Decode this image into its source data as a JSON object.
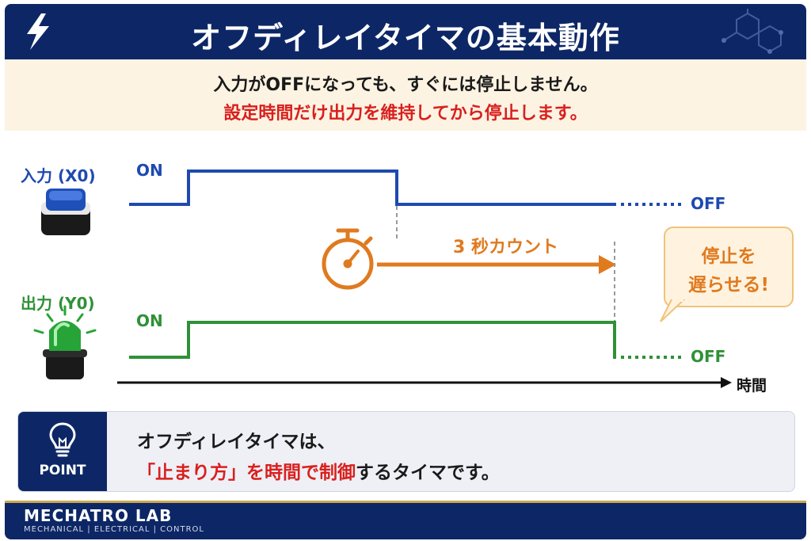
{
  "header": {
    "title": "オフディレイタイマの基本動作"
  },
  "intro": {
    "line1": "入力がOFFになっても、すぐには停止しません。",
    "line2": "設定時間だけ出力を維持してから停止します。"
  },
  "input": {
    "label": "入力 (X0)",
    "on": "ON",
    "off": "OFF",
    "color": "#1e4ab0",
    "icon": "push-button-icon"
  },
  "output": {
    "label": "出力 (Y0)",
    "on": "ON",
    "off": "OFF",
    "color": "#2f9137",
    "icon": "green-lamp-icon"
  },
  "timer": {
    "label": "3 秒カウント",
    "color": "#e07a1f",
    "icon": "stopwatch-icon"
  },
  "bubble": {
    "line1": "停止を",
    "line2": "遅らせる!"
  },
  "axis": {
    "label": "時間"
  },
  "point": {
    "badge": "POINT",
    "icon": "lightbulb-icon",
    "line1": "オフディレイタイマは、",
    "line2_highlight": "「止まり方」を時間で制御",
    "line2_rest": "するタイマです。"
  },
  "footer": {
    "brand": "MECHATRO LAB",
    "tagline": "MECHANICAL | ELECTRICAL | CONTROL"
  }
}
